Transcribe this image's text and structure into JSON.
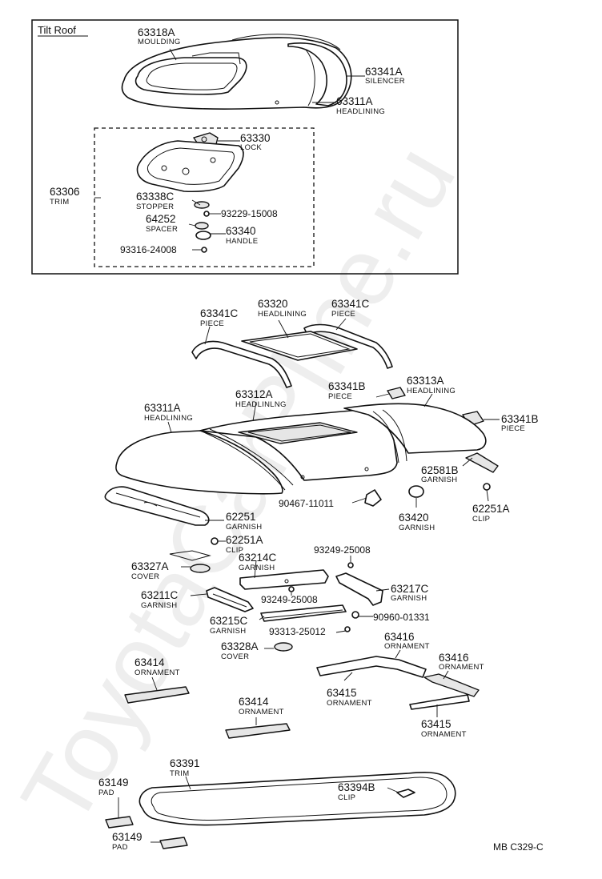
{
  "title": "Tilt Roof",
  "footer_code": "MB C329-C",
  "watermark": "ToyotaCarPline.ru",
  "labels": {
    "l63318A": {
      "part": "63318A",
      "name": "MOULDING"
    },
    "l63341A": {
      "part": "63341A",
      "name": "SILENCER"
    },
    "l63311Atop": {
      "part": "63311A",
      "name": "HEADLINING"
    },
    "l63330": {
      "part": "63330",
      "name": "LOCK"
    },
    "l63306": {
      "part": "63306",
      "name": "TRIM"
    },
    "l63338C": {
      "part": "63338C",
      "name": "STOPPER"
    },
    "l93229": {
      "part": "93229-15008",
      "name": ""
    },
    "l64252": {
      "part": "64252",
      "name": "SPACER"
    },
    "l63340": {
      "part": "63340",
      "name": "HANDLE"
    },
    "l93316": {
      "part": "93316-24008",
      "name": ""
    },
    "l63341Cl": {
      "part": "63341C",
      "name": "PIECE"
    },
    "l63320": {
      "part": "63320",
      "name": "HEADLINING"
    },
    "l63341Cr": {
      "part": "63341C",
      "name": "PIECE"
    },
    "l63341B1": {
      "part": "63341B",
      "name": "PIECE"
    },
    "l63313A": {
      "part": "63313A",
      "name": "HEADLINING"
    },
    "l63311A": {
      "part": "63311A",
      "name": "HEADLINING"
    },
    "l63312A": {
      "part": "63312A",
      "name": "HEADLINLNG"
    },
    "l63341B2": {
      "part": "63341B",
      "name": "PIECE"
    },
    "l62581B": {
      "part": "62581B",
      "name": "GARNISH"
    },
    "l90467": {
      "part": "90467-11011",
      "name": ""
    },
    "l63420": {
      "part": "63420",
      "name": "GARNISH"
    },
    "l62251Ar": {
      "part": "62251A",
      "name": "CLIP"
    },
    "l62251": {
      "part": "62251",
      "name": "GARNISH"
    },
    "l62251Al": {
      "part": "62251A",
      "name": "CLIP"
    },
    "l93249a": {
      "part": "93249-25008",
      "name": ""
    },
    "l63214C": {
      "part": "63214C",
      "name": "GARNISH"
    },
    "l63327A": {
      "part": "63327A",
      "name": "COVER"
    },
    "l63217C": {
      "part": "63217C",
      "name": "GARNISH"
    },
    "l63211C": {
      "part": "63211C",
      "name": "GARNISH"
    },
    "l93249b": {
      "part": "93249-25008",
      "name": ""
    },
    "l90960": {
      "part": "90960-01331",
      "name": ""
    },
    "l63215C": {
      "part": "63215C",
      "name": "GARNISH"
    },
    "l93313": {
      "part": "93313-25012",
      "name": ""
    },
    "l63416a": {
      "part": "63416",
      "name": "ORNAMENT"
    },
    "l63328A": {
      "part": "63328A",
      "name": "COVER"
    },
    "l63414a": {
      "part": "63414",
      "name": "ORNAMENT"
    },
    "l63416b": {
      "part": "63416",
      "name": "ORNAMENT"
    },
    "l63415a": {
      "part": "63415",
      "name": "ORNAMENT"
    },
    "l63414b": {
      "part": "63414",
      "name": "ORNAMENT"
    },
    "l63415b": {
      "part": "63415",
      "name": "ORNAMENT"
    },
    "l63391": {
      "part": "63391",
      "name": "TRIM"
    },
    "l63149a": {
      "part": "63149",
      "name": "PAD"
    },
    "l63394B": {
      "part": "63394B",
      "name": "CLIP"
    },
    "l63149b": {
      "part": "63149",
      "name": "PAD"
    }
  }
}
